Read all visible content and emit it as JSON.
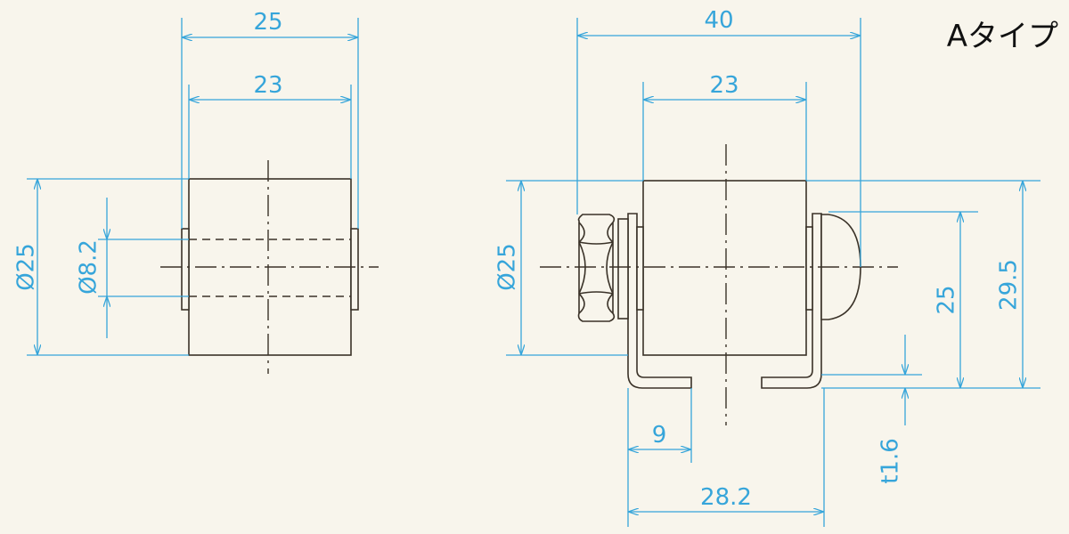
{
  "title": "Aタイプ",
  "colors": {
    "background": "#f8f5ec",
    "outline": "#3a3228",
    "dimension": "#36a5da"
  },
  "side_view": {
    "dim_width_outer": "25",
    "dim_width_inner": "23",
    "dim_diameter_outer": "Ø25",
    "dim_diameter_shaft": "Ø8.2"
  },
  "front_view": {
    "dim_width_total": "40",
    "dim_width_roller": "23",
    "dim_diameter_roller": "Ø25",
    "dim_height_25": "25",
    "dim_height_29_5": "29.5",
    "dim_thickness": "t1.6",
    "dim_foot_9": "9",
    "dim_base_28_2": "28.2"
  }
}
